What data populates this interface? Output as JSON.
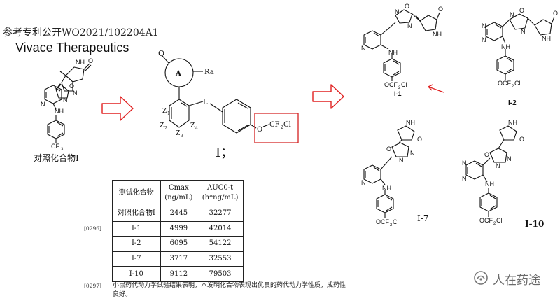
{
  "header": {
    "reference": "参考专利公开WO2021/102204A1",
    "company": "Vivace Therapeutics"
  },
  "structures": {
    "reference_compound": {
      "caption": "对照化合物I",
      "labels": {
        "nh_top": "NH",
        "o_carbonyl": "O",
        "o_ring": "O",
        "n_ring": "N",
        "n_ring_2": "N",
        "n_pyridine": "N",
        "nh_link": "NH",
        "cf3": "CF",
        "cf3_sub": "3"
      }
    },
    "general_formula": {
      "caption": "I；",
      "labels": {
        "q": "Q",
        "ring": "A",
        "ra": "Ra",
        "l": "L",
        "z1": "Z",
        "z1_sub": "1",
        "z2": "Z",
        "z2_sub": "2",
        "z3": "Z",
        "z3_sub": "3",
        "z4": "Z",
        "z4_sub": "4",
        "o": "O",
        "cf2cl": "CF",
        "cf2cl_sub": "2",
        "cf2cl_end": "Cl"
      }
    },
    "compounds": [
      {
        "id": "I-1",
        "labels": {
          "n_pyr": "N",
          "nh": "NH",
          "o_ring": "O",
          "n1": "N",
          "n2": "N",
          "nh_lactam": "NH",
          "o_lactam": "O",
          "sub": "OCF",
          "sub_2": "2",
          "sub_cl": "Cl"
        }
      },
      {
        "id": "I-2",
        "labels": {
          "n_pyr_a": "N",
          "n_pyr_b": "N",
          "nh": "NH",
          "o_ring": "O",
          "n1": "N",
          "n2": "N",
          "nh_lactam": "NH",
          "o_lactam": "O",
          "sub": "OCF",
          "sub_2": "2",
          "sub_cl": "Cl"
        }
      },
      {
        "id": "I-7",
        "labels": {
          "n_pyr": "N",
          "nh": "NH",
          "o_ring": "O",
          "n1": "N",
          "n2": "N",
          "nh_lactam": "NH",
          "o_lactam": "O",
          "sub": "OCF",
          "sub_2": "2",
          "sub_cl": "Cl"
        }
      },
      {
        "id": "I-10",
        "labels": {
          "n_pyr_a": "N",
          "n_pyr_b": "N",
          "nh": "NH",
          "o_ring": "O",
          "n1": "N",
          "n2": "N",
          "nh_lactam": "NH",
          "o_lactam": "O",
          "sub": "OCF",
          "sub_2": "2",
          "sub_cl": "Cl"
        }
      }
    ]
  },
  "pk_table": {
    "paragraph_number": "[0296]",
    "headers": [
      "测试化合物",
      "Cmax\n(ng/mL)",
      "AUC0-t\n(h*ng/mL)"
    ],
    "rows": [
      [
        "对照化合物I",
        "2445",
        "32277"
      ],
      [
        "I-1",
        "4999",
        "42014"
      ],
      [
        "I-2",
        "6095",
        "54122"
      ],
      [
        "I-7",
        "3717",
        "32553"
      ],
      [
        "I-10",
        "9112",
        "79503"
      ]
    ]
  },
  "conclusion": {
    "paragraph_number": "[0297]",
    "text": "小鼠药代动力学试验结果表明，本发明化合物表现出优良的药代动力学性质，成药性良好。"
  },
  "watermark": {
    "text": "人在药途",
    "icon": "wechat-official-account-icon"
  },
  "colors": {
    "arrow": "#e02020",
    "highlight_box": "#d42020",
    "ink": "#111111"
  }
}
